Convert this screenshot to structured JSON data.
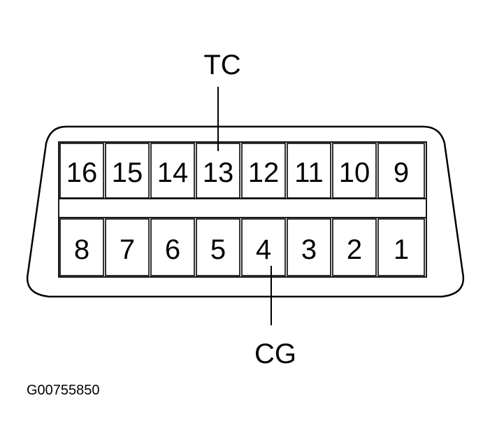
{
  "connector": {
    "top_row_pins": [
      "16",
      "15",
      "14",
      "13",
      "12",
      "11",
      "10",
      "9"
    ],
    "bottom_row_pins": [
      "8",
      "7",
      "6",
      "5",
      "4",
      "3",
      "2",
      "1"
    ]
  },
  "callouts": {
    "tc_label": "TC",
    "cg_label": "CG"
  },
  "figure_id": "G00755850"
}
